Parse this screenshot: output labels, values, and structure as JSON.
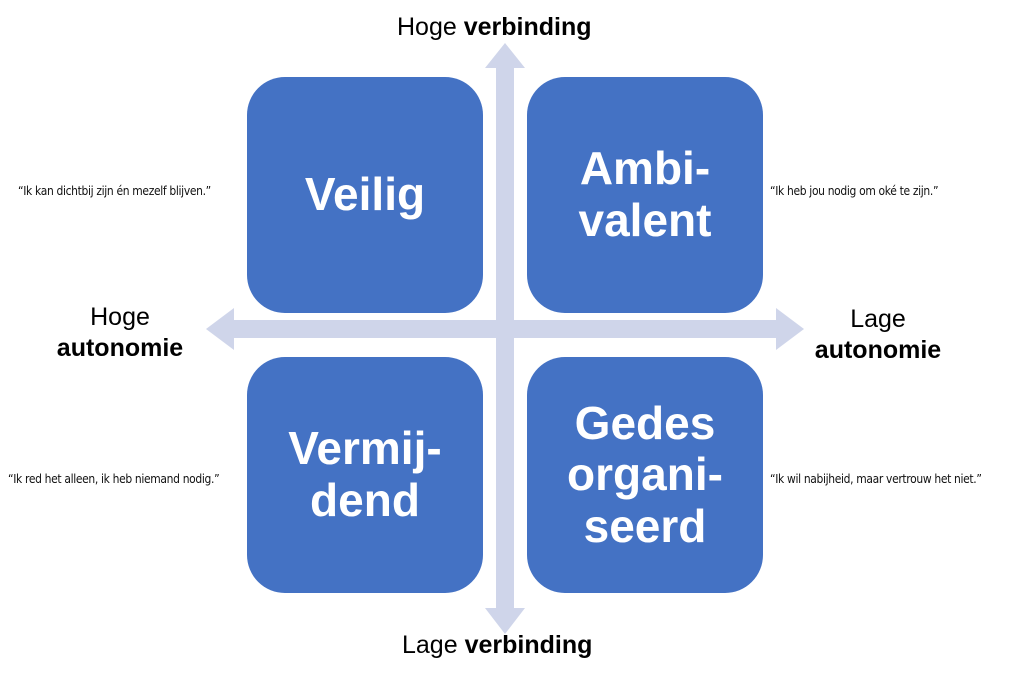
{
  "colors": {
    "quadrant_fill": "#4472C4",
    "axis_arrow": "#CFD5EA",
    "quadrant_text": "#FFFFFF"
  },
  "axes": {
    "top": {
      "prefix": "Hoge",
      "bold": "verbinding"
    },
    "bottom": {
      "prefix": "Lage",
      "bold": "verbinding"
    },
    "left": {
      "line1": "Hoge",
      "line2": "autonomie"
    },
    "right": {
      "line1": "Lage",
      "line2": "autonomie"
    }
  },
  "quadrants": {
    "top_left": {
      "lines": [
        "Veilig"
      ],
      "quote": "“Ik kan dichtbij zijn én mezelf blijven.”"
    },
    "top_right": {
      "lines": [
        "Ambi-",
        "valent"
      ],
      "quote": "“Ik heb jou nodig om oké te zijn.”"
    },
    "bottom_left": {
      "lines": [
        "Vermij-",
        "dend"
      ],
      "quote": "“Ik red het alleen, ik heb niemand nodig.”"
    },
    "bottom_right": {
      "lines": [
        "Gedes",
        "organi-",
        "seerd"
      ],
      "quote": "“Ik wil nabijheid, maar vertrouw het niet.”"
    }
  }
}
